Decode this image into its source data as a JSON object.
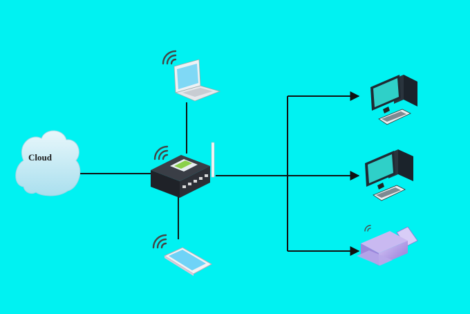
{
  "diagram": {
    "cloud_label": "Cloud",
    "colors": {
      "background": "#00f2f2",
      "line": "#111111",
      "cloud": "#bfe9f2",
      "router": "#2c2f36",
      "laptop_screen": "#7fd8f5",
      "phone_screen": "#6fd3f7",
      "printer": "#b9a3e6",
      "monitor": "#1f2a33",
      "monitor_screen": "#2fd0c8",
      "wifi": "#3a3a3a"
    },
    "nodes": [
      {
        "id": "cloud",
        "icon": "cloud-icon"
      },
      {
        "id": "router",
        "icon": "router-icon"
      },
      {
        "id": "laptop",
        "icon": "laptop-icon"
      },
      {
        "id": "phone",
        "icon": "smartphone-icon"
      },
      {
        "id": "desktop-1",
        "icon": "desktop-computer-icon"
      },
      {
        "id": "desktop-2",
        "icon": "desktop-computer-icon"
      },
      {
        "id": "printer",
        "icon": "printer-icon"
      }
    ],
    "edges": [
      {
        "from": "cloud",
        "to": "router"
      },
      {
        "from": "router",
        "to": "laptop"
      },
      {
        "from": "router",
        "to": "phone"
      },
      {
        "from": "router",
        "to": "desktop-1",
        "arrow": true
      },
      {
        "from": "router",
        "to": "desktop-2",
        "arrow": true
      },
      {
        "from": "router",
        "to": "printer",
        "arrow": true
      }
    ]
  }
}
